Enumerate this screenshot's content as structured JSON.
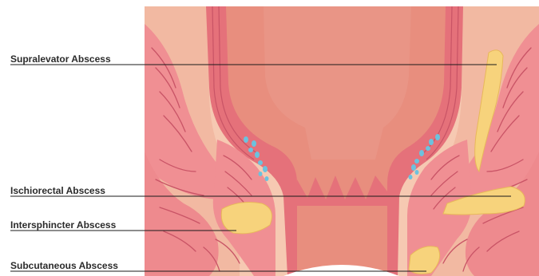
{
  "labels": {
    "supralevator": "Supralevator Abscess",
    "ischiorectal": "Ischiorectal Abscess",
    "intersphincter": "Intersphincter Abscess",
    "subcutaneous": "Subcutaneous Abscess"
  },
  "colors": {
    "background": "#ffffff",
    "tissue_light": "#f6c9b2",
    "rectum_wall": "#e5717a",
    "rectum_inner": "#e88e7e",
    "muscle": "#f08f93",
    "muscle_line": "#c95466",
    "abscess": "#f7d37c",
    "gland": "#6cc2de",
    "leader_line": "#1a1a1a"
  },
  "icons": [
    "anorectal-anatomy-illustration"
  ]
}
